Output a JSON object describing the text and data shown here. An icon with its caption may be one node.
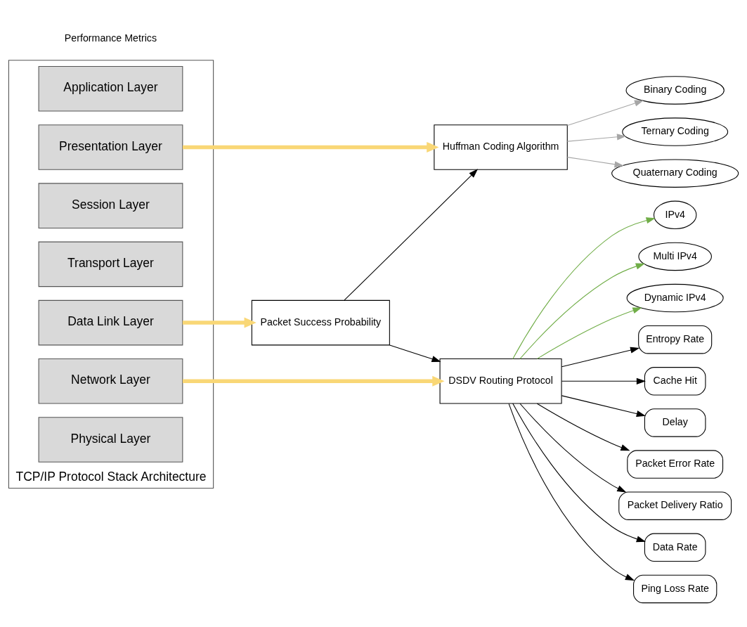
{
  "diagram": {
    "nodes": [
      {
        "text": [
          "TCP/IP Protocol Stack Architecture"
        ]
      },
      {
        "text": [
          "Application Layer"
        ],
        "in": 0
      },
      {
        "text": [
          "Presentation Layer"
        ],
        "in": 0
      },
      {
        "text": [
          "Session Layer"
        ],
        "in": 0
      },
      {
        "text": [
          "Transport Layer"
        ],
        "in": 0
      },
      {
        "text": [
          "Network Layer"
        ],
        "in": 0
      },
      {
        "text": [
          "Data Link Layer"
        ],
        "in": 0
      },
      {
        "text": [
          "Physical Layer"
        ],
        "in": 0
      },
      {
        "text": [
          "Huffman Coding Algorithm"
        ]
      },
      {
        "text": [
          "Binary Coding"
        ]
      },
      {
        "text": [
          "Ternary Coding"
        ]
      },
      {
        "text": [
          "Quaternary Coding"
        ]
      },
      {
        "text": [
          "DSDV Routing Protocol"
        ]
      },
      {
        "text": [
          "IPv4"
        ]
      },
      {
        "text": [
          "Multi IPv4"
        ]
      },
      {
        "text": [
          "Dynamic IPv4"
        ]
      },
      {
        "text": [
          "Packet Success Probability"
        ]
      },
      {
        "text": [
          "Entropy Rate"
        ]
      },
      {
        "text": [
          "Cache Hit"
        ]
      },
      {
        "text": [
          "Delay"
        ]
      },
      {
        "text": [
          "Packet Error Rate"
        ]
      },
      {
        "text": [
          "Packet Delivery Ratio"
        ]
      },
      {
        "text": [
          "Data Rate"
        ]
      },
      {
        "text": [
          "Ping Loss Rate"
        ]
      }
    ],
    "edges": [
      {
        "from": 2,
        "to": 8,
        "arrow": "to",
        "style": "thick",
        "color": "#f9d776"
      },
      {
        "from": 5,
        "to": 12,
        "arrow": "to",
        "style": "thick",
        "color": "#f9d776"
      },
      {
        "from": 6,
        "to": 16,
        "arrow": "to",
        "style": "thick",
        "color": "#f9d776"
      },
      {
        "from": 8,
        "to": 9,
        "arrow": "to",
        "color": "#a6a6a6"
      },
      {
        "from": 8,
        "to": 10,
        "arrow": "to",
        "color": "#a6a6a6"
      },
      {
        "from": 8,
        "to": 11,
        "arrow": "to",
        "color": "#a6a6a6"
      },
      {
        "from": 16,
        "to": 8,
        "arrow": "to"
      },
      {
        "from": 16,
        "to": 12,
        "arrow": "to"
      },
      {
        "from": 12,
        "to": 13,
        "arrow": "to",
        "color": "#70ad47"
      },
      {
        "from": 12,
        "to": 14,
        "arrow": "to",
        "color": "#70ad47"
      },
      {
        "from": 12,
        "to": 15,
        "arrow": "to",
        "color": "#70ad47"
      },
      {
        "from": 12,
        "to": 17,
        "arrow": "to"
      },
      {
        "from": 12,
        "to": 18,
        "arrow": "to"
      },
      {
        "from": 12,
        "to": 19,
        "arrow": "to"
      },
      {
        "from": 12,
        "to": 20,
        "arrow": "to"
      },
      {
        "from": 12,
        "to": 21,
        "arrow": "to"
      },
      {
        "from": 12,
        "to": 22,
        "arrow": "to"
      },
      {
        "from": 12,
        "to": 23,
        "arrow": "to"
      }
    ],
    "labels": [
      "Performance Metrics"
    ]
  }
}
